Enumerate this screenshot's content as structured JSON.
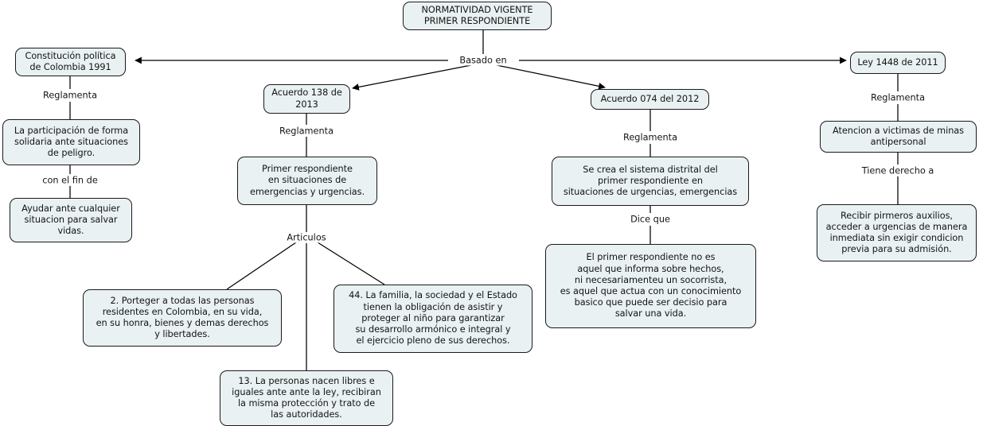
{
  "diagram": {
    "title": "NORMATIVIDAD VIGENTE PRIMER RESPONDIENTE",
    "type": "concept-map",
    "colors": {
      "node_fill": "#e9f1f3",
      "node_border": "#1a1a1a",
      "edge": "#000000",
      "text": "#141414",
      "background": "#ffffff"
    },
    "nodes": {
      "root": "NORMATIVIDAD VIGENTE\nPRIMER RESPONDIENTE",
      "constitucion": "Constitución política\nde Colombia 1991",
      "participacion": "La participación de forma\nsolidaria ante situaciones\nde peligro.",
      "ayudar": "Ayudar ante cualquier\nsituacion para salvar\nvidas.",
      "acuerdo138": "Acuerdo 138 de\n2013",
      "primer_respondiente": "Primer respondiente\nen situaciones de\nemergencias y urgencias.",
      "articulo2": "2. Porteger a todas las personas\nresidentes en Colombia, en su vida,\nen su honra, bienes y demas derechos\ny libertades.",
      "articulo44": "44. La familia, la sociedad y el Estado\ntienen la obligación de asistir y\nproteger al niño para garantizar\nsu desarrollo armónico e integral y\nel ejercicio pleno de sus derechos.",
      "articulo13": "13. La personas nacen libres e\niguales ante ante la ley, recibiran\nla misma protección y trato de\nlas autoridades.",
      "acuerdo074": "Acuerdo 074 del 2012",
      "sistema_distrital": "Se crea el sistema distrital del\nprimer respondiente en\nsituaciones de urgencias, emergencias",
      "definicion": "El primer respondiente no es\naquel que informa sobre hechos,\nni necesariamenteu un socorrista,\nes aquel que actua con un conocimiento\nbasico que puede ser decisio para\nsalvar una vida.",
      "ley1448": "Ley 1448 de 2011",
      "atencion_minas": "Atencion a victimas de minas\nantipersonal",
      "primeros_auxilios": "Recibir pirmeros auxilios,\nacceder a urgencias de manera\ninmediata sin exigir condicion\nprevia para su admisión."
    },
    "link_labels": {
      "basado_en": "Basado en",
      "reglamenta_constitucion": "Reglamenta",
      "con_el_fin_de": "con el fin de",
      "reglamenta_acuerdo138": "Reglamenta",
      "articulos": "Articulos",
      "reglamenta_acuerdo074": "Reglamenta",
      "dice_que": "Dice que",
      "reglamenta_ley1448": "Reglamenta",
      "tiene_derecho_a": "Tiene derecho a"
    }
  }
}
